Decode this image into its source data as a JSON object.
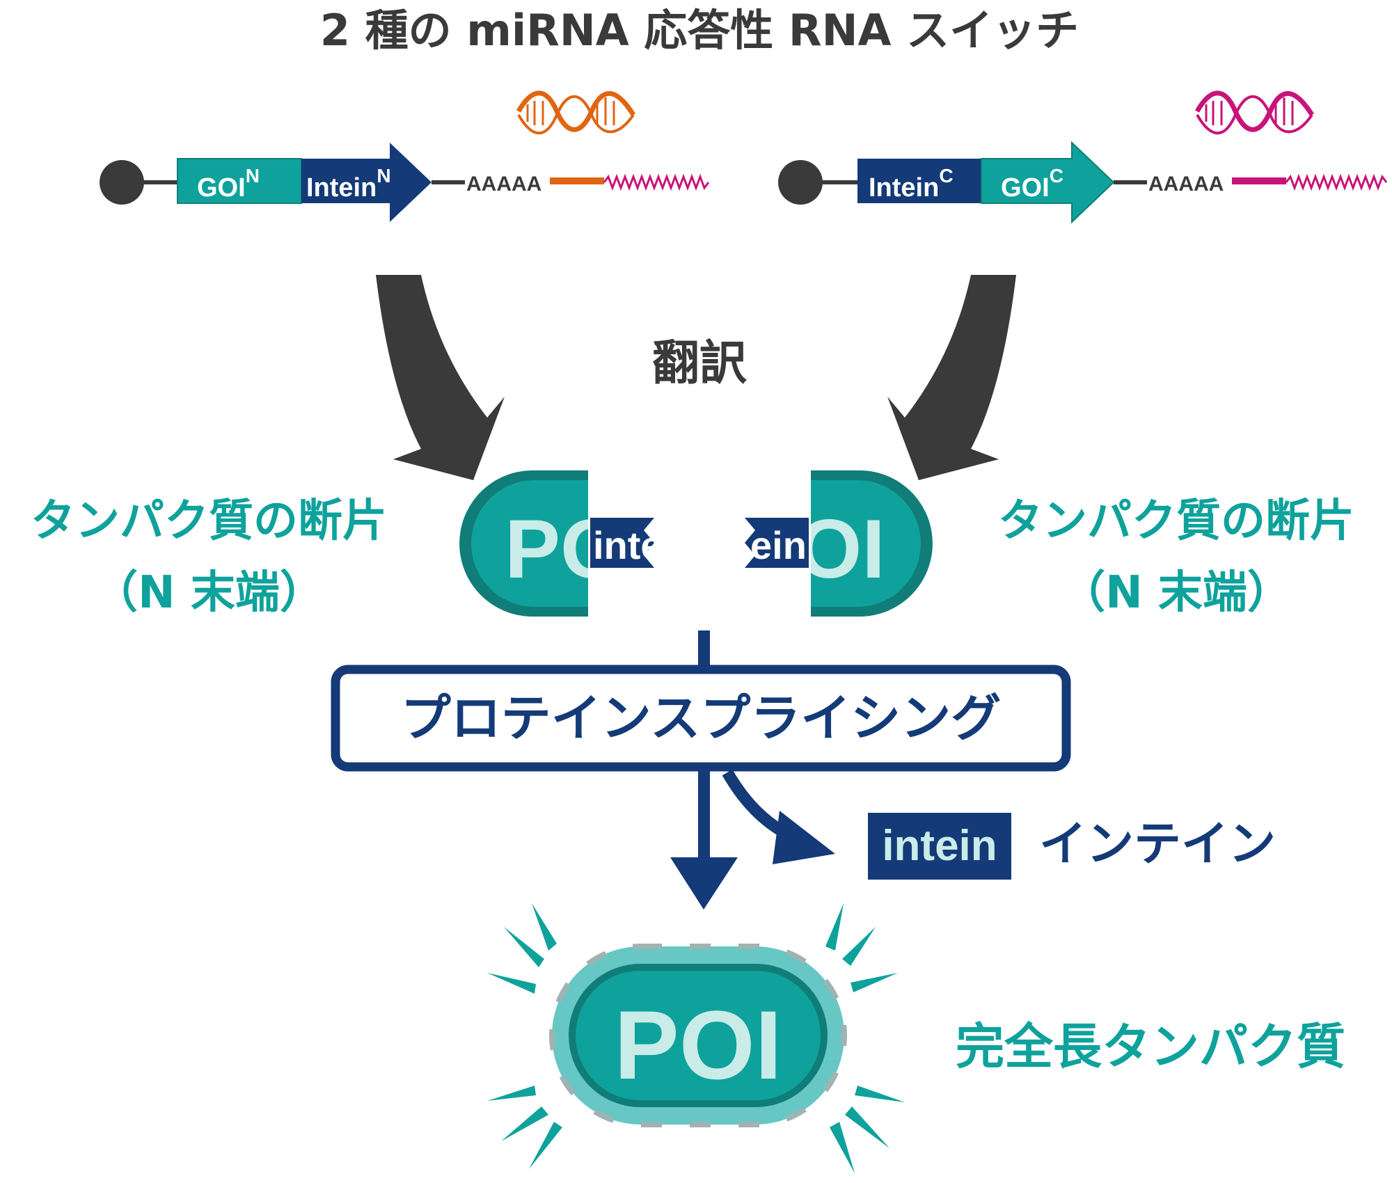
{
  "title": "2 種の miRNA 応答性 RNA スイッチ",
  "construct_left": {
    "goi": "GOI",
    "goi_sup": "N",
    "intein": "Intein",
    "intein_sup": "N",
    "polya": "AAAAA"
  },
  "construct_right": {
    "intein": "Intein",
    "intein_sup": "C",
    "goi": "GOI",
    "goi_sup": "C",
    "polya": "AAAAA"
  },
  "translation_label": "翻訳",
  "fragment_left": {
    "line1": "タンパク質の断片",
    "line2": "（N 末端）",
    "poi_text": "PO",
    "intein_text": "inte"
  },
  "fragment_right": {
    "line1": "タンパク質の断片",
    "line2": "（N 末端）",
    "poi_text": "OI",
    "intein_text": "ein"
  },
  "splicing_label": "プロテインスプライシング",
  "intein_product": {
    "tag": "intein",
    "label": "インテイン"
  },
  "final_protein": {
    "text": "POI",
    "label": "完全長タンパク質"
  },
  "colors": {
    "teal": "#0fa29c",
    "teal_dark": "#117d78",
    "teal_light": "#66c7c4",
    "navy": "#143a78",
    "dark": "#3a3a3a",
    "orange": "#e06512",
    "magenta": "#c8137a",
    "pale": "#c9ece9"
  }
}
